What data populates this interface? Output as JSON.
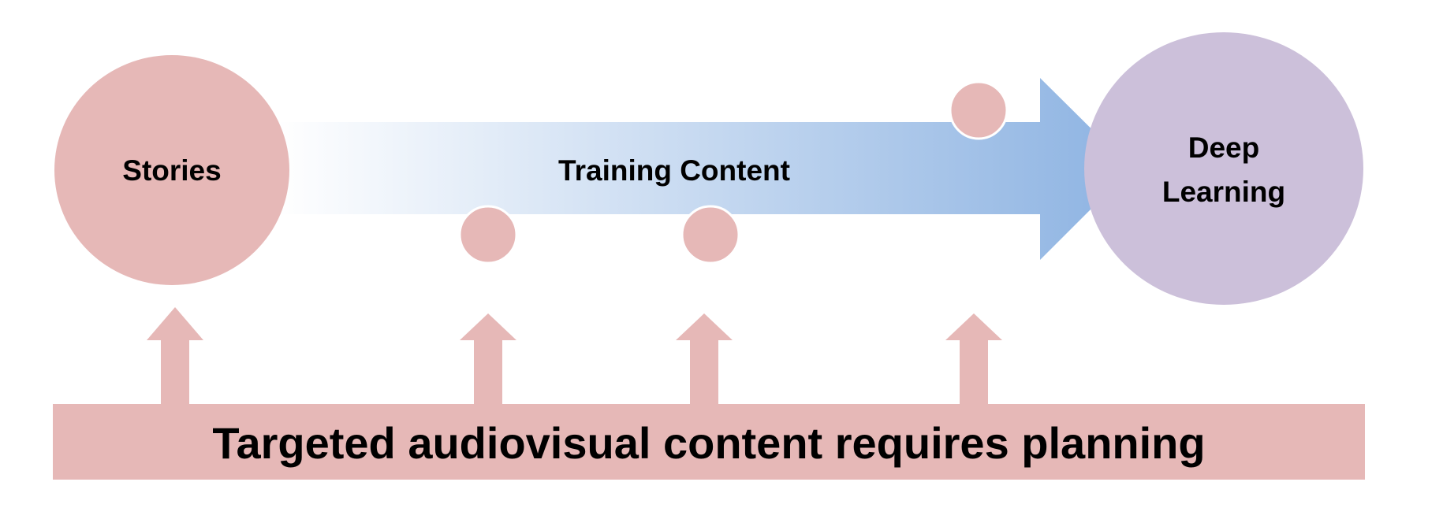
{
  "nodes": {
    "stories": "Stories",
    "training": "Training Content",
    "deep_line1": "Deep",
    "deep_line2": "Learning"
  },
  "foundation": "Targeted audiovisual content requires planning",
  "colors": {
    "pink": "#e6b8b7",
    "purple": "#ccc0da",
    "blue_start": "#ffffff",
    "blue_end": "#8db3e2"
  }
}
